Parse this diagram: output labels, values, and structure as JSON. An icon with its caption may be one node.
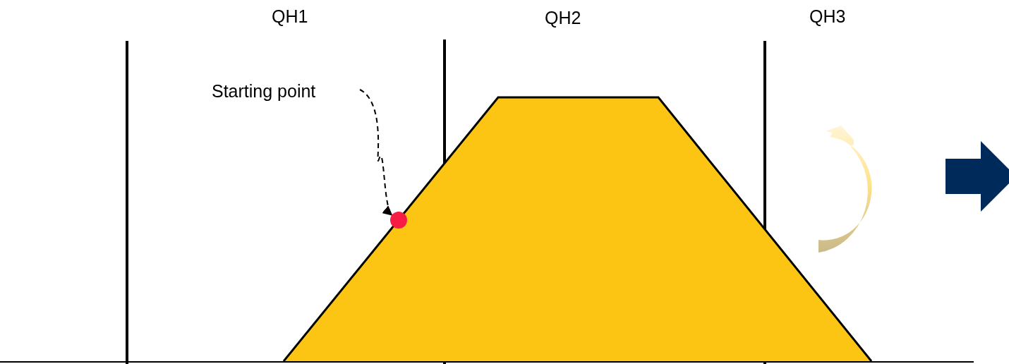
{
  "diagram": {
    "nodes": [
      {
        "text": [
          "Starting point"
        ]
      },
      {
        "text": [],
        "shape": "circle"
      }
    ],
    "edges": [
      {
        "from": 0,
        "to": 1,
        "arrow": "to",
        "style": "dashed"
      }
    ],
    "labels": [
      "QH1",
      "QH2",
      "QH3"
    ]
  }
}
